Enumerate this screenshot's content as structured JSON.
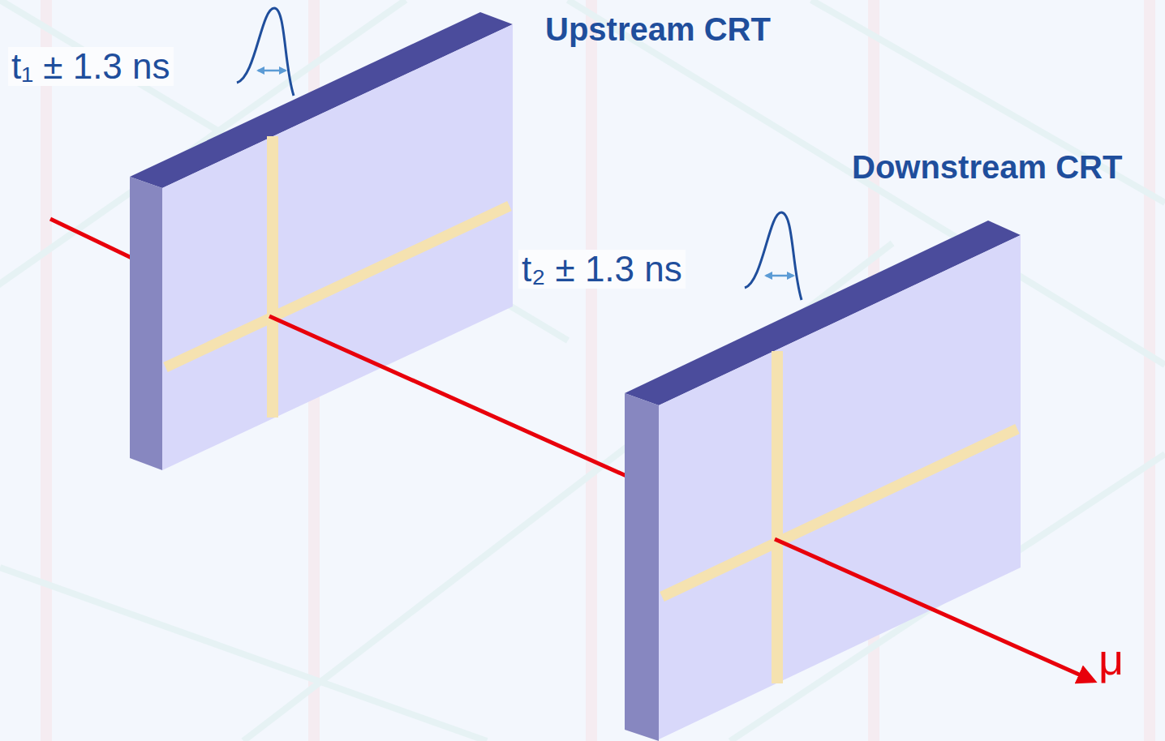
{
  "diagram": {
    "labels": [
      "Upstream CRT",
      "Downstream CRT",
      "t₁ ± 1.3 ns",
      "t₂ ± 1.3 ns",
      "μ"
    ]
  }
}
